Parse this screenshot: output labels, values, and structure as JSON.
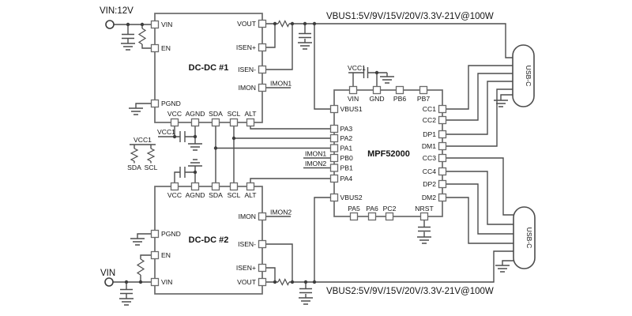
{
  "colors": {
    "wire": "#4d4d4d",
    "chip_border": "#6a6a6a",
    "text": "#141414",
    "background": "#ffffff"
  },
  "labels": {
    "vin1": "VIN:12V",
    "vin2": "VIN",
    "vbus1": "VBUS1:5V/9V/15V/20V/3.3V-21V@100W",
    "vbus2": "VBUS2:5V/9V/15V/20V/3.3V-21V@100W",
    "vcc1": "VCC1",
    "sda": "SDA",
    "scl": "SCL",
    "imon1": "IMON1",
    "imon2": "IMON2"
  },
  "dcdc1": {
    "name": "DC-DC #1",
    "left_pins": [
      "VIN",
      "EN",
      "PGND"
    ],
    "right_pins": [
      "VOUT",
      "ISEN+",
      "ISEN-",
      "IMON"
    ],
    "bottom_pins": [
      "VCC",
      "AGND",
      "SDA",
      "SCL",
      "ALT"
    ]
  },
  "dcdc2": {
    "name": "DC-DC #2",
    "top_pins": [
      "VCC",
      "AGND",
      "SDA",
      "SCL",
      "ALT"
    ],
    "left_pins": [
      "PGND",
      "EN",
      "VIN"
    ],
    "right_pins": [
      "IMON",
      "ISEN-",
      "ISEN+",
      "VOUT"
    ]
  },
  "mpf": {
    "name": "MPF52000",
    "top_pins": [
      "VIN",
      "GND",
      "PB6",
      "PB7"
    ],
    "left_pins": [
      "VBUS1",
      "PA3",
      "PA2",
      "PA1",
      "PB0",
      "PB1",
      "PA4",
      "VBUS2"
    ],
    "right_pins": [
      "CC1",
      "CC2",
      "DP1",
      "DM1",
      "CC3",
      "CC4",
      "DP2",
      "DM2"
    ],
    "bottom_pins": [
      "PA5",
      "PA6",
      "PC2",
      "NRST"
    ]
  },
  "connectors": {
    "usbc1": "USB-C",
    "usbc2": "USB-C"
  }
}
